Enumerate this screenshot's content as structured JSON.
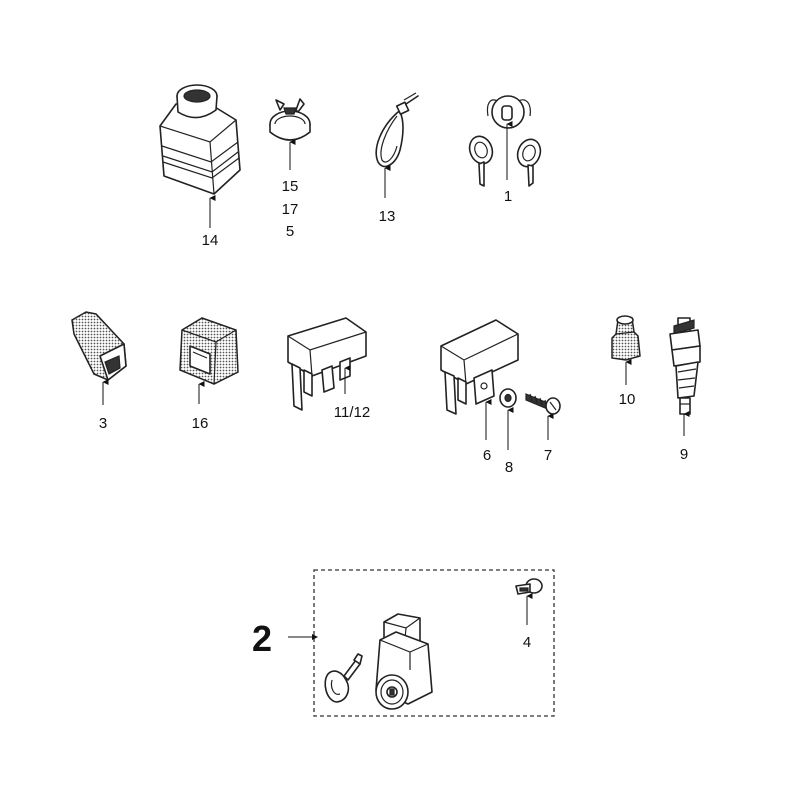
{
  "callouts": {
    "c14": "14",
    "c15": "15",
    "c17": "17",
    "c5": "5",
    "c13": "13",
    "c1": "1",
    "c3": "3",
    "c16": "16",
    "c11_12": "11/12",
    "c6": "6",
    "c8": "8",
    "c7": "7",
    "c10": "10",
    "c9": "9",
    "c2": "2",
    "c4": "4"
  },
  "icons": {
    "reservoir": "fluid-reservoir-icon",
    "clamp": "hose-clamp-icon",
    "cable_tie": "cable-tie-icon",
    "keys": "key-pair-icon",
    "boot": "connector-boot-icon",
    "connector_housing": "connector-housing-icon",
    "relay": "relay-icon",
    "relay_bracket": "relay-with-bracket-icon",
    "washer": "washer-icon",
    "screw": "screw-icon",
    "cap": "rubber-cap-icon",
    "switch": "stop-light-switch-icon",
    "lock": "ignition-lock-icon",
    "key": "key-icon",
    "rivet": "rivet-icon"
  }
}
